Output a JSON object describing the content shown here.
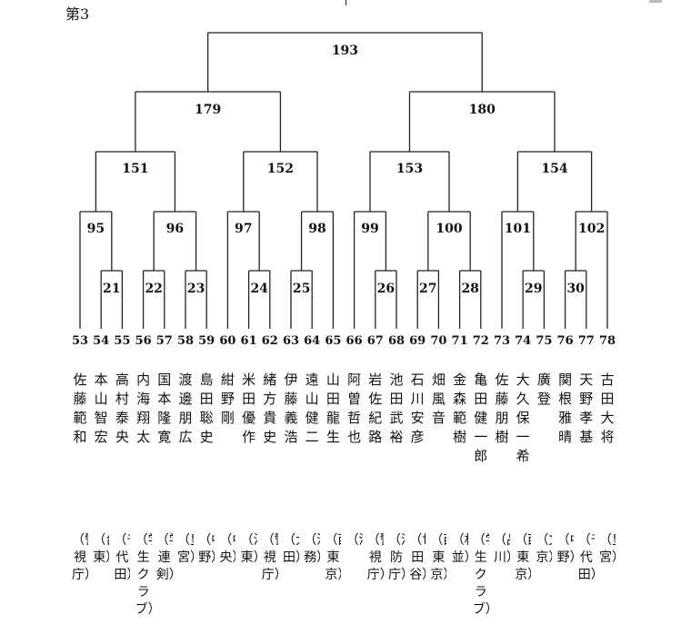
{
  "heading": "第3",
  "matches": [
    {
      "id": "m193",
      "num": "193"
    },
    {
      "id": "m179",
      "num": "179"
    },
    {
      "id": "m180",
      "num": "180"
    },
    {
      "id": "m151",
      "num": "151"
    },
    {
      "id": "m152",
      "num": "152"
    },
    {
      "id": "m153",
      "num": "153"
    },
    {
      "id": "m154",
      "num": "154"
    },
    {
      "id": "m95",
      "num": "95"
    },
    {
      "id": "m96",
      "num": "96"
    },
    {
      "id": "m97",
      "num": "97"
    },
    {
      "id": "m98",
      "num": "98"
    },
    {
      "id": "m99",
      "num": "99"
    },
    {
      "id": "m100",
      "num": "100"
    },
    {
      "id": "m101",
      "num": "101"
    },
    {
      "id": "m102",
      "num": "102"
    },
    {
      "id": "m21",
      "num": "21"
    },
    {
      "id": "m22",
      "num": "22"
    },
    {
      "id": "m23",
      "num": "23"
    },
    {
      "id": "m24",
      "num": "24"
    },
    {
      "id": "m25",
      "num": "25"
    },
    {
      "id": "m26",
      "num": "26"
    },
    {
      "id": "m27",
      "num": "27"
    },
    {
      "id": "m28",
      "num": "28"
    },
    {
      "id": "m29",
      "num": "29"
    },
    {
      "id": "m30",
      "num": "30"
    }
  ],
  "players": [
    {
      "num": "53",
      "name": "佐藤範和",
      "club": "（警視庁）"
    },
    {
      "num": "54",
      "name": "本山智宏",
      "club": "（台東）"
    },
    {
      "num": "55",
      "name": "高村泰央",
      "club": "（千代田）"
    },
    {
      "num": "56",
      "name": "内海翔太",
      "club": "（学生クラブ）"
    },
    {
      "num": "57",
      "name": "国本隆寛",
      "club": "（学連剣）"
    },
    {
      "num": "58",
      "name": "渡邊朋広",
      "club": "（皇宮）"
    },
    {
      "num": "59",
      "name": "島田聡史",
      "club": "（中野）"
    },
    {
      "num": "60",
      "name": "紺野剛",
      "club": "（中央）"
    },
    {
      "num": "61",
      "name": "米田優作",
      "club": "（江東）"
    },
    {
      "num": "62",
      "name": "緒方貴史",
      "club": "（警視庁）"
    },
    {
      "num": "63",
      "name": "伊藤義浩",
      "club": "（大田）"
    },
    {
      "num": "64",
      "name": "遠山健二",
      "club": "（法務）"
    },
    {
      "num": "65",
      "name": "山田龍生",
      "club": "（西東京）"
    },
    {
      "num": "66",
      "name": "阿曽哲也",
      "club": "（港）"
    },
    {
      "num": "67",
      "name": "岩佐紀路",
      "club": "（警視庁）"
    },
    {
      "num": "68",
      "name": "池田武裕",
      "club": "（消防庁）"
    },
    {
      "num": "69",
      "name": "石川安彦",
      "club": "（世田谷）"
    },
    {
      "num": "70",
      "name": "畑風音",
      "club": "（西東京）"
    },
    {
      "num": "71",
      "name": "金森範樹",
      "club": "（杉並）"
    },
    {
      "num": "72",
      "name": "亀田健一郎",
      "club": "（学生クラブ）"
    },
    {
      "num": "73",
      "name": "佐藤朋樹",
      "club": "（品川）"
    },
    {
      "num": "74",
      "name": "大久保一希",
      "club": "（西東京）"
    },
    {
      "num": "75",
      "name": "廣登",
      "club": "（文京）"
    },
    {
      "num": "76",
      "name": "関根雅晴",
      "club": "（中野）"
    },
    {
      "num": "77",
      "name": "天野孝基",
      "club": "（千代田）"
    },
    {
      "num": "78",
      "name": "古田大将",
      "club": "（皇宮）"
    }
  ]
}
